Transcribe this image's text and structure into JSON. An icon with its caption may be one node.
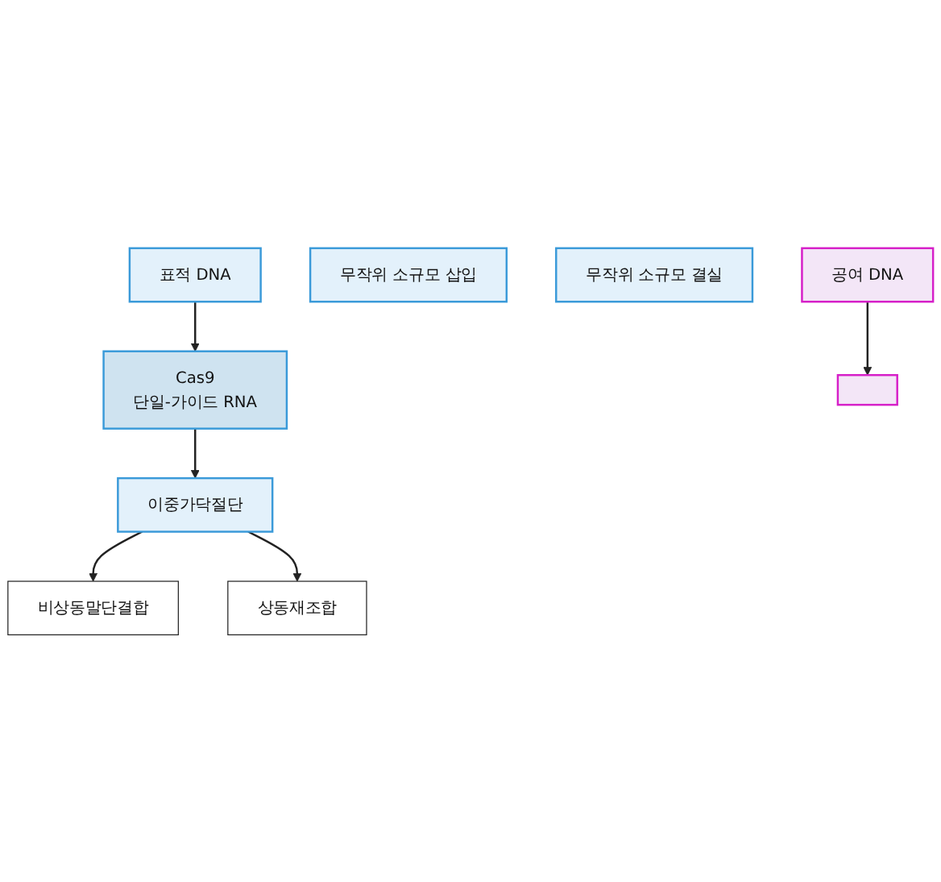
{
  "diagram": {
    "nodes": [
      {
        "text": [
          "표적 DNA"
        ]
      },
      {
        "text": [
          "Cas9",
          "단일-가이드 RNA"
        ]
      },
      {
        "text": [
          "이중가닥절단"
        ]
      },
      {
        "text": [
          "비상동말단결합"
        ]
      },
      {
        "text": [
          "상동재조합"
        ]
      },
      {
        "text": [
          "무작위 소규모 삽입"
        ]
      },
      {
        "text": [
          "무작위 소규모 결실"
        ]
      },
      {
        "text": [
          "공여 DNA"
        ]
      },
      {
        "text": [],
        "shape": "box"
      }
    ],
    "edges": [
      {
        "from": 0,
        "to": 1,
        "arrow": "to"
      },
      {
        "from": 1,
        "to": 2,
        "arrow": "to"
      },
      {
        "from": 2,
        "to": 3,
        "arrow": "to"
      },
      {
        "from": 2,
        "to": 4,
        "arrow": "to"
      },
      {
        "from": 7,
        "to": 8,
        "arrow": "to"
      }
    ]
  }
}
